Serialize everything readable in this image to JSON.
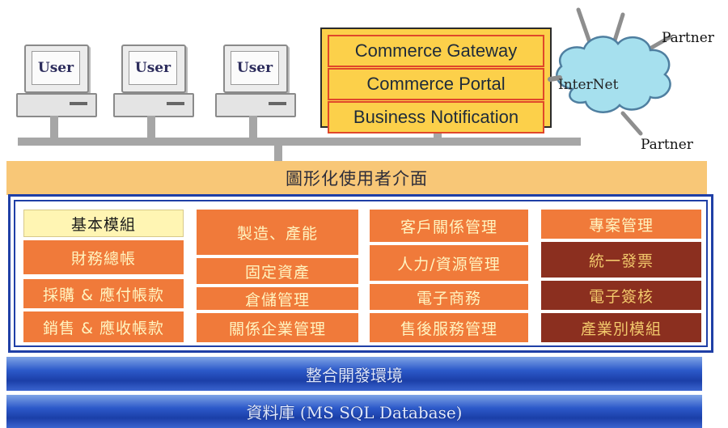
{
  "users": [
    {
      "label": "User"
    },
    {
      "label": "User"
    },
    {
      "label": "User"
    }
  ],
  "commerce": {
    "items": [
      "Commerce Gateway",
      "Commerce Portal",
      "Business Notification"
    ]
  },
  "internet": {
    "label": "InterNet",
    "partners": [
      "Partner",
      "Partner"
    ]
  },
  "gui": {
    "label": "圖形化使用者介面"
  },
  "modules": {
    "col1": [
      "基本模組",
      "財務總帳",
      "採購 & 應付帳款",
      "銷售 & 應收帳款"
    ],
    "col2": [
      "製造、產能",
      "固定資產",
      "倉儲管理",
      "關係企業管理"
    ],
    "col3": [
      "客戶關係管理",
      "人力/資源管理",
      "電子商務",
      "售後服務管理"
    ],
    "col4": [
      "專案管理",
      "統一發票",
      "電子簽核",
      "產業別模組"
    ]
  },
  "platform": {
    "dev_env": "整合開發環境",
    "database": "資料庫 (MS SQL Database)"
  },
  "colors": {
    "module_orange": "#f07a3a",
    "module_dark": "#8b2f1f",
    "commerce_yellow": "#fcd04a",
    "frame_blue": "#1f3fa6"
  }
}
